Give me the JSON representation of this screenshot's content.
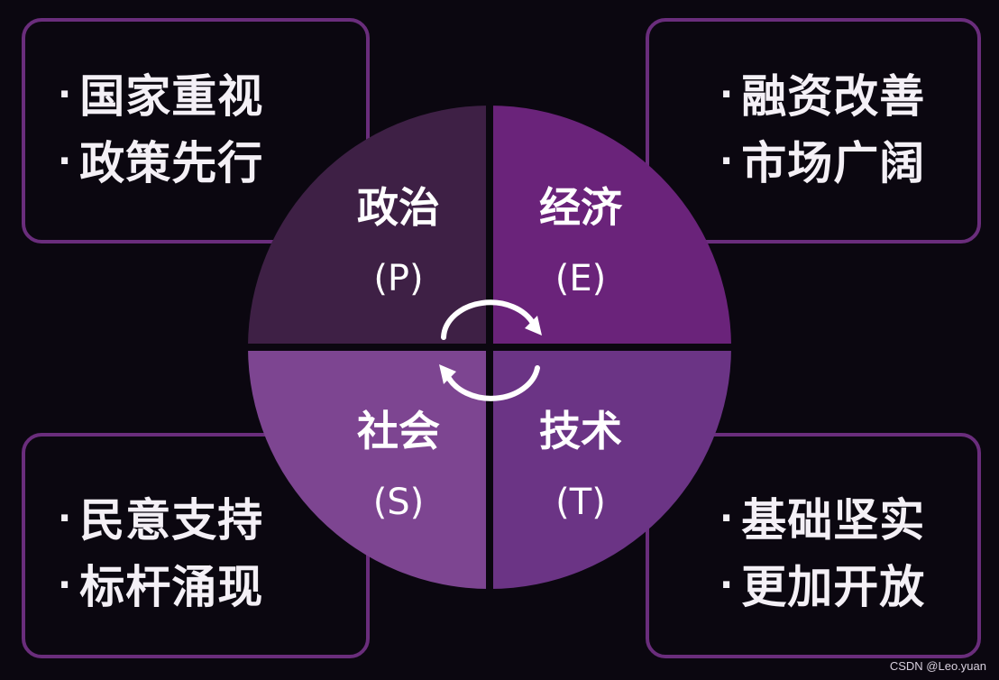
{
  "quadrants": {
    "political": {
      "title": "政治",
      "code": "(P)",
      "color": "#3e2045"
    },
    "economic": {
      "title": "经济",
      "code": "(E)",
      "color": "#6a237a"
    },
    "social": {
      "title": "社会",
      "code": "(S)",
      "color": "#7d4591"
    },
    "technology": {
      "title": "技术",
      "code": "(T)",
      "color": "#6b3485"
    }
  },
  "boxes": {
    "top_left": {
      "items": [
        "国家重视",
        "政策先行"
      ]
    },
    "top_right": {
      "items": [
        "融资改善",
        "市场广阔"
      ]
    },
    "bottom_left": {
      "items": [
        "民意支持",
        "标杆涌现"
      ]
    },
    "bottom_right": {
      "items": [
        "基础坚实",
        "更加开放"
      ]
    }
  },
  "bullet_glyph": "·",
  "icons": {
    "cycle": "circular-arrows-icon"
  },
  "colors": {
    "background": "#0b0710",
    "box_border": "#6a2d7c",
    "divider": "#0b0710"
  },
  "watermark": "CSDN @Leo.yuan"
}
